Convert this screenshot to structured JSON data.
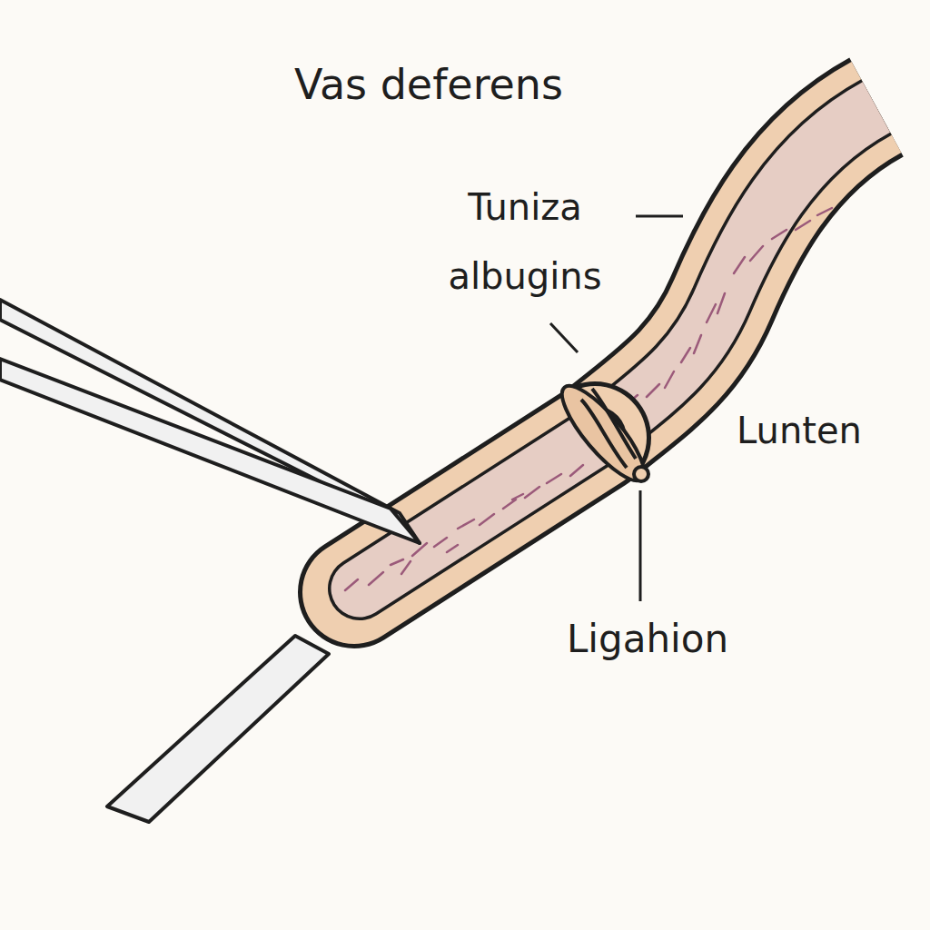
{
  "diagram": {
    "title": "Vas deferens",
    "labels": [
      "Tuniza albugins",
      "Lunten",
      "Ligahion"
    ]
  }
}
